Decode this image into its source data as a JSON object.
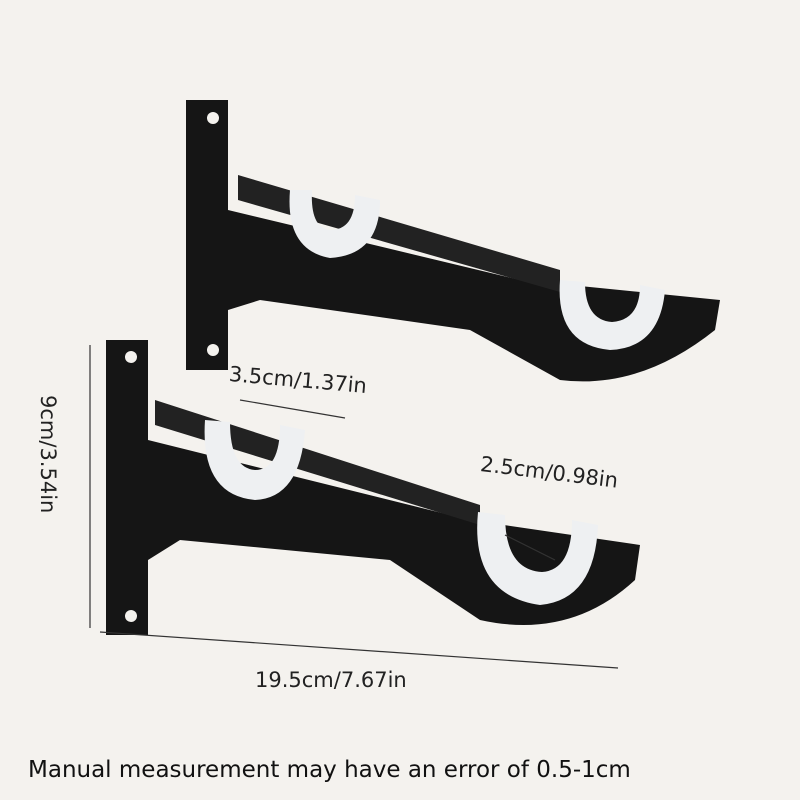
{
  "dimensions": {
    "rod_diameter": "3.5cm/1.37in",
    "pipe_diameter": "2.5cm/0.98in",
    "height": "9cm/3.54in",
    "length": "19.5cm/7.67in"
  },
  "note": "Manual measurement may have an error of 0.5-1cm",
  "colors": {
    "background": "#f4f2ee",
    "bracket": "#151515",
    "holder": "#eef0f2"
  }
}
